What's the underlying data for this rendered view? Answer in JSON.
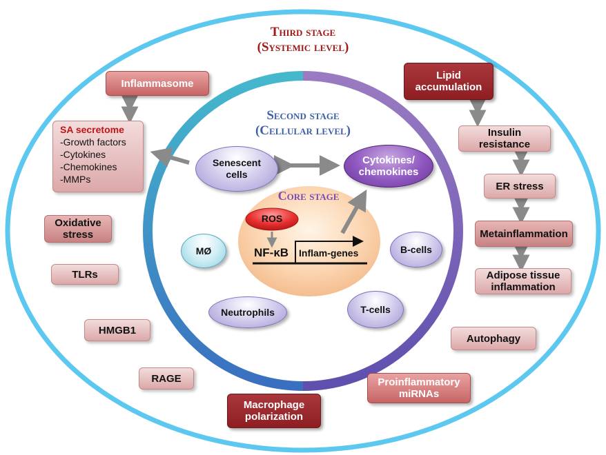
{
  "third_stage": {
    "line1": "Third stage",
    "line2": "(Systemic level)"
  },
  "second_stage": {
    "line1": "Second stage",
    "line2": "(Cellular level)"
  },
  "core_stage": {
    "title": "Core stage",
    "ros": "ROS",
    "nfkb": "NF-κB",
    "genes": "Inflam-genes"
  },
  "cells": {
    "senescent": "Senescent cells",
    "cytokines": "Cytokines/ chemokines",
    "macrophage": "MØ",
    "bcells": "B-cells",
    "neutrophils": "Neutrophils",
    "tcells": "T-cells"
  },
  "sa_secretome": {
    "title": "SA secretome",
    "items": [
      "-Growth factors",
      "-Cytokines",
      "-Chemokines",
      "-MMPs"
    ]
  },
  "left_boxes": {
    "inflammasome": "Inflammasome",
    "oxidative_stress": "Oxidative stress",
    "tlrs": "TLRs",
    "hmgb1": "HMGB1",
    "rage": "RAGE",
    "macrophage_polarization": "Macrophage polarization"
  },
  "right_boxes": {
    "lipid": "Lipid accumulation",
    "insulin": "Insulin resistance",
    "er_stress": "ER stress",
    "metainflammation": "Metainflammation",
    "adipose": "Adipose tissue inflammation",
    "autophagy": "Autophagy",
    "mirnas": "Proinflammatory miRNAs"
  },
  "colors": {
    "outer_ring": "#5cc8ef",
    "third_title": "#a01818",
    "second_title": "#3d5fa8",
    "core_title": "#7a4ab0",
    "ros_fill": "#e52c2c",
    "arrow_gray": "#8a8a8a"
  }
}
